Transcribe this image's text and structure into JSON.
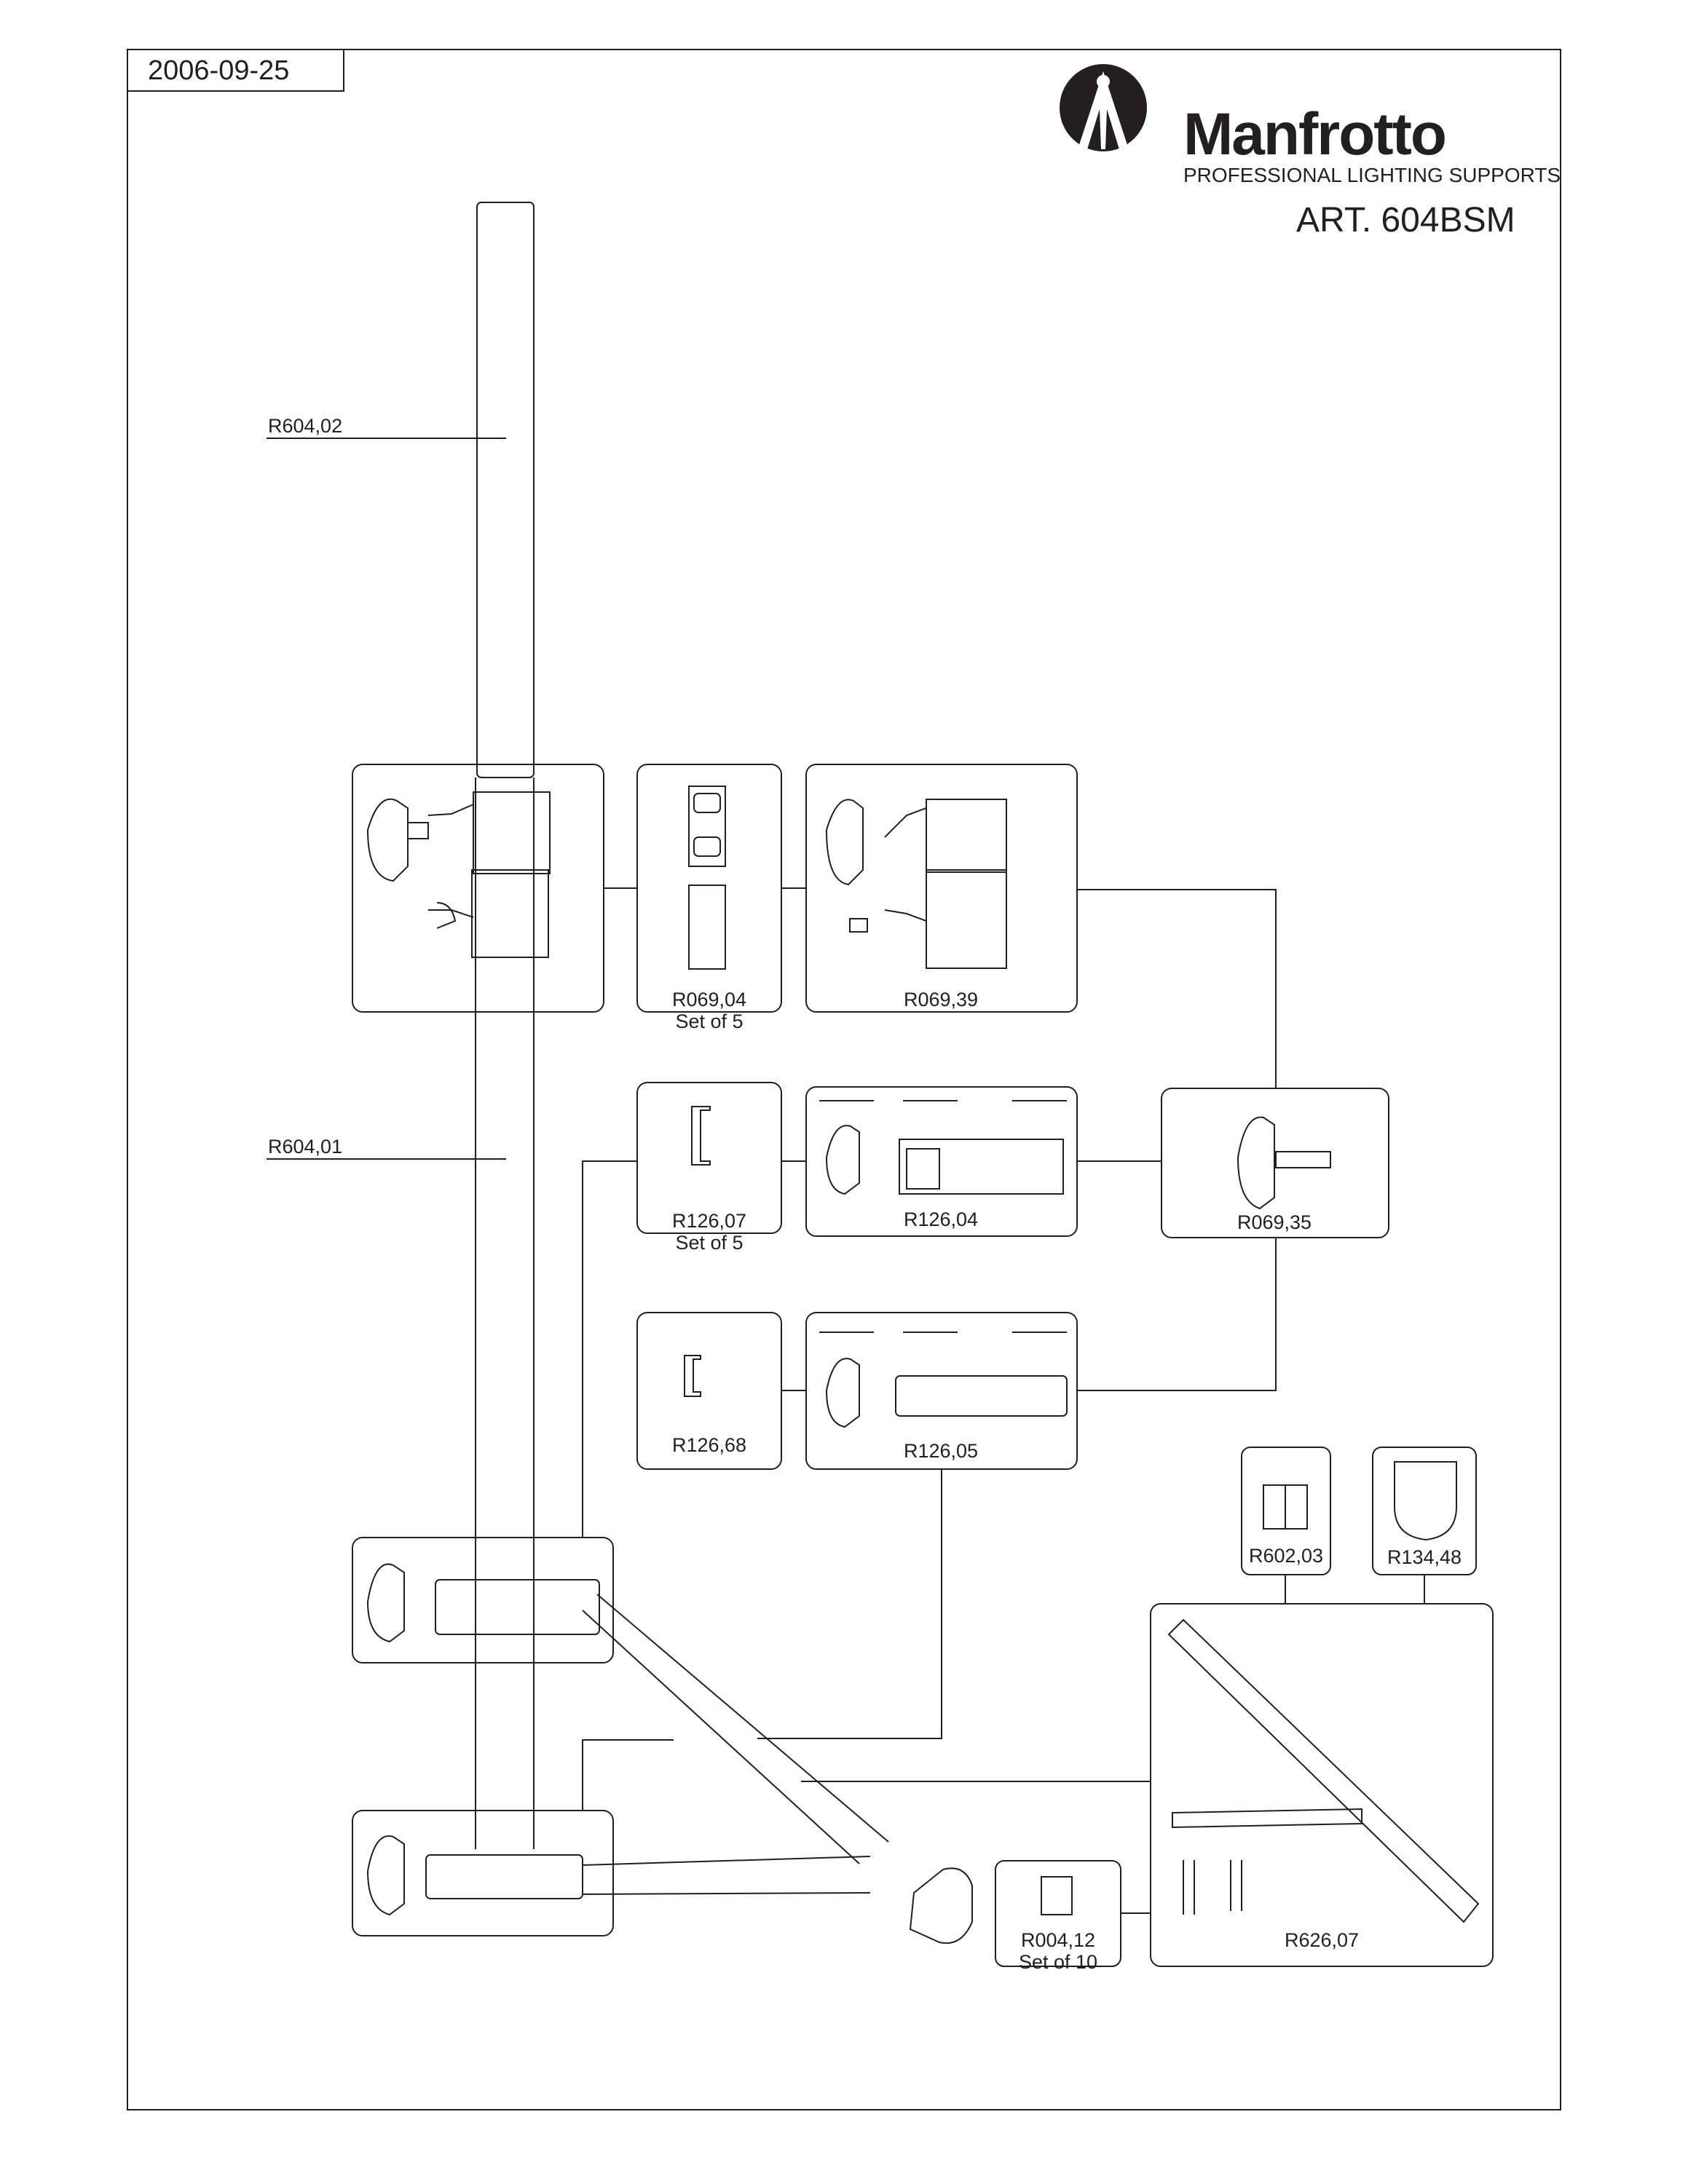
{
  "header": {
    "date": "2006-09-25",
    "brand": "Manfrotto",
    "tagline": "PROFESSIONAL LIGHTING SUPPORTS",
    "article": "ART. 604BSM"
  },
  "callouts": {
    "upper_tube": "R604,02",
    "lower_tube": "R604,01"
  },
  "parts": {
    "r069_04": {
      "code": "R069,04",
      "note": "Set of 5"
    },
    "r069_39": {
      "code": "R069,39"
    },
    "r126_07": {
      "code": "R126,07",
      "note": "Set of 5"
    },
    "r126_04": {
      "code": "R126,04"
    },
    "r069_35": {
      "code": "R069,35"
    },
    "r126_68": {
      "code": "R126,68"
    },
    "r126_05": {
      "code": "R126,05"
    },
    "r602_03": {
      "code": "R602,03"
    },
    "r134_48": {
      "code": "R134,48"
    },
    "r004_12": {
      "code": "R004,12",
      "note": "Set of 10"
    },
    "r626_07": {
      "code": "R626,07"
    }
  },
  "colors": {
    "line": "#231f20",
    "background": "#ffffff"
  }
}
